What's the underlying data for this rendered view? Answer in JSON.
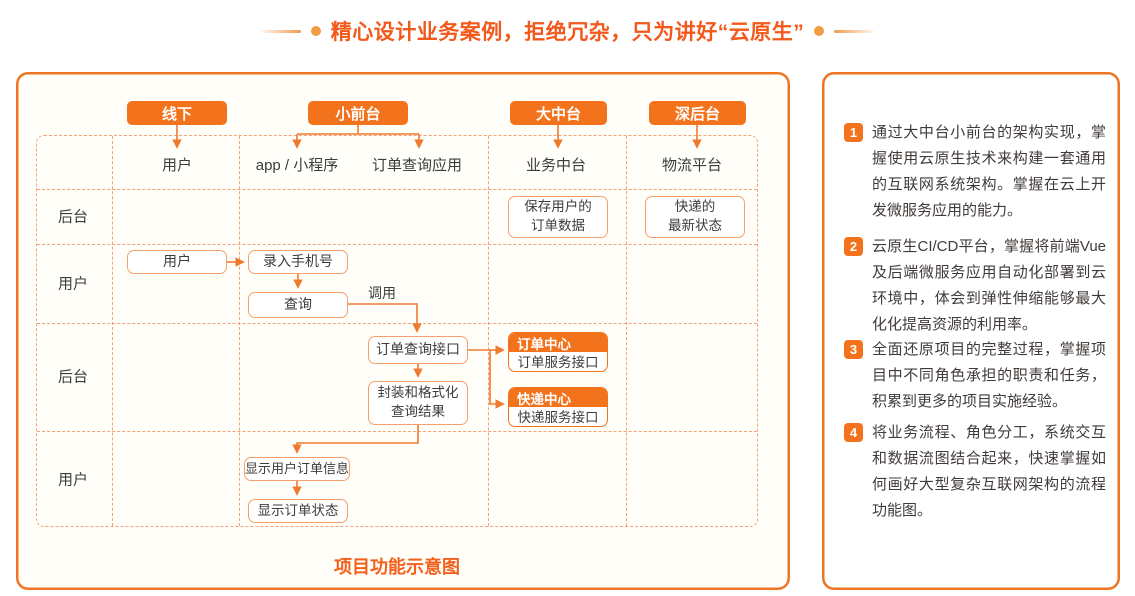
{
  "page_title": "精心设计业务案例，拒绝冗杂，只为讲好“云原生”",
  "colors": {
    "primary_orange": "#F3731C",
    "title_orange": "#F2591A",
    "panel_border": "#EE7524",
    "grid_dash": "#F2A276",
    "node_border": "#F5A06B",
    "text_dark": "#3C3C3C"
  },
  "flowchart": {
    "lane_buttons": [
      {
        "label": "线下"
      },
      {
        "label": "小前台"
      },
      {
        "label": "大中台"
      },
      {
        "label": "深后台"
      }
    ],
    "column_headers": [
      {
        "label": "用户"
      },
      {
        "label": "app / 小程序"
      },
      {
        "label": "订单查询应用"
      },
      {
        "label": "业务中台"
      },
      {
        "label": "物流平台"
      }
    ],
    "row_labels": [
      {
        "label": "后台"
      },
      {
        "label": "用户"
      },
      {
        "label": "后台"
      },
      {
        "label": "用户"
      }
    ],
    "nodes": {
      "user": "用户",
      "input_phone": "录入手机号",
      "query": "查询",
      "call_edge_label": "调用",
      "order_query_api": "订单查询接口",
      "wrap_format_l1": "封装和格式化",
      "wrap_format_l2": "查询结果",
      "order_center_title": "订单中心",
      "order_center_sub": "订单服务接口",
      "express_center_title": "快递中心",
      "express_center_sub": "快递服务接口",
      "show_order_info": "显示用户订单信息",
      "show_order_status": "显示订单状态",
      "save_order_l1": "保存用户的",
      "save_order_l2": "订单数据",
      "express_latest_l1": "快递的",
      "express_latest_l2": "最新状态"
    },
    "caption": "项目功能示意图"
  },
  "highlights": [
    {
      "num": "1",
      "text": "通过大中台小前台的架构实现，掌握使用云原生技术来构建一套通用的互联网系统架构。掌握在云上开发微服务应用的能力。"
    },
    {
      "num": "2",
      "text": "云原生CI/CD平台，掌握将前端Vue及后端微服务应用自动化部署到云环境中，体会到弹性伸缩能够最大化化提高资源的利用率。"
    },
    {
      "num": "3",
      "text": "全面还原项目的完整过程，掌握项目中不同角色承担的职责和任务，积累到更多的项目实施经验。"
    },
    {
      "num": "4",
      "text": "将业务流程、角色分工，系统交互和数据流图结合起来，快速掌握如何画好大型复杂互联网架构的流程功能图。"
    }
  ]
}
